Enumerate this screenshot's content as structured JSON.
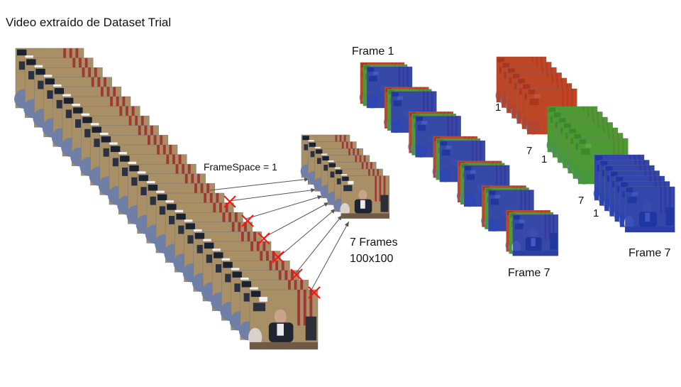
{
  "title": "Video extraído de Dataset Trial",
  "frame_space_label": "FrameSpace = 1",
  "summary": {
    "count": "7 Frames",
    "size": "100x100"
  },
  "multi_frames": {
    "first_label": "Frame 1",
    "last_label": "Frame 7"
  },
  "channels": {
    "last_label": "Frame 7",
    "index_first": "1",
    "index_last": "7",
    "colors": [
      "#c0391b",
      "#3f9b2c",
      "#1f39b5"
    ]
  },
  "colors": {
    "frame_bg": "#a88f66",
    "frame_dark": "#1a2230",
    "flag_red": "#9c2a2a",
    "cross": "#ff1111",
    "arrow": "#555555"
  }
}
